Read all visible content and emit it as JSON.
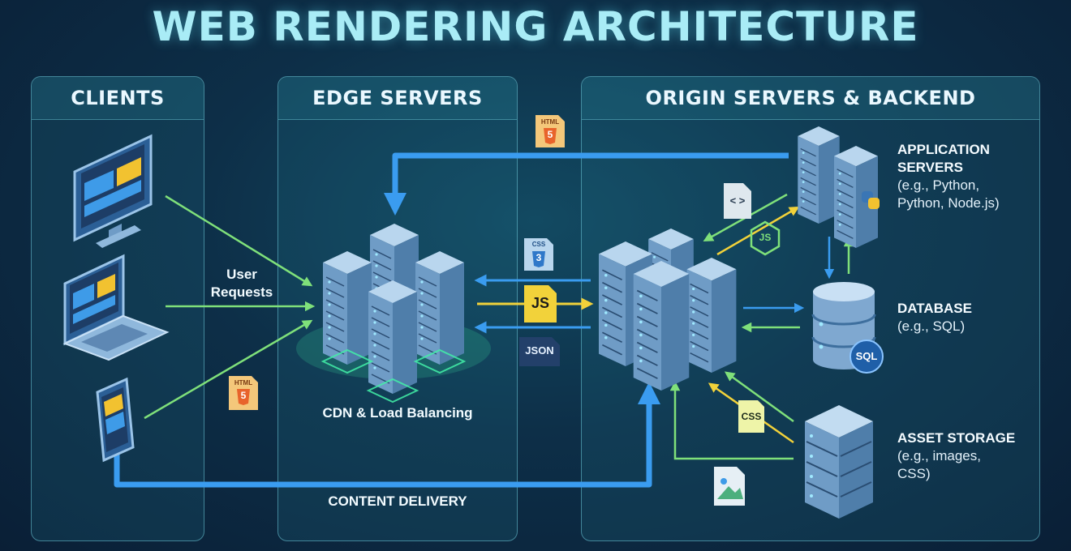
{
  "title": "WEB RENDERING ARCHITECTURE",
  "panels": {
    "clients": "CLIENTS",
    "edge": "EDGE SERVERS",
    "origin": "ORIGIN SERVERS & BACKEND"
  },
  "labels": {
    "user_requests_line1": "User",
    "user_requests_line2": "Requests",
    "cdn": "CDN & Load Balancing",
    "content_delivery": "CONTENT DELIVERY"
  },
  "resources": {
    "app_servers": {
      "title_line1": "APPLICATION",
      "title_line2": "SERVERS",
      "sub_line1": "(e.g., Python,",
      "sub_line2": "Python, Node.js)"
    },
    "database": {
      "title": "DATABASE",
      "sub": "(e.g., SQL)"
    },
    "asset_storage": {
      "title": "ASSET STORAGE",
      "sub_line1": "(e.g., images,",
      "sub_line2": "CSS)"
    }
  },
  "file_badges": {
    "html_tag": "HTML",
    "html_num": "5",
    "css_tag": "CSS",
    "css_num": "3",
    "js": "JS",
    "json": "JSON",
    "css_plain": "CSS",
    "code": "< >",
    "sql": "SQL",
    "nodejs": "JS"
  },
  "colors": {
    "title": "#a9ecf6",
    "blue_arrow": "#3a9cf0",
    "green_arrow": "#7fe07a",
    "yellow_arrow": "#f2d23a",
    "screen_blue": "#3e9be8",
    "screen_yellow": "#f2c230",
    "html_orange": "#e8632b",
    "css_blue": "#2f78c9",
    "server_body": "#8fb8dc",
    "server_glow": "#43f0a8"
  },
  "icons": [
    "desktop-icon",
    "laptop-icon",
    "phone-icon",
    "server-rack-icon",
    "database-icon",
    "html5-icon",
    "css3-icon",
    "js-icon",
    "json-icon",
    "code-icon",
    "image-icon",
    "python-icon",
    "nodejs-icon"
  ]
}
